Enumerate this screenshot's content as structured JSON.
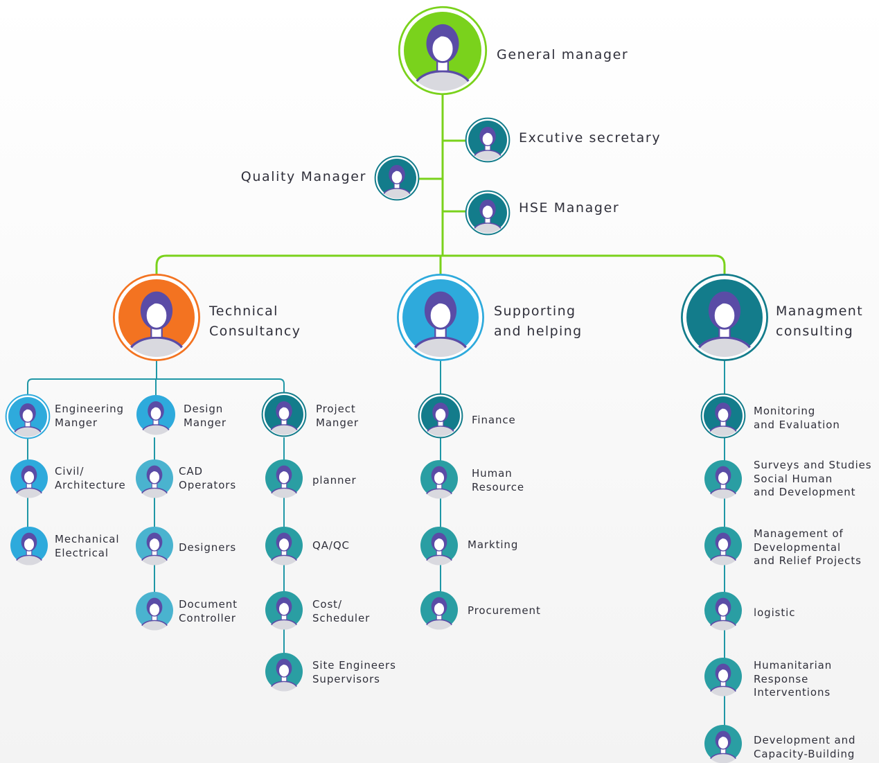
{
  "colors": {
    "green": "#7ad21c",
    "orange": "#f37321",
    "blue": "#2eaadc",
    "dark_teal": "#137c8b",
    "teal": "#1f97a6",
    "avatar_purple": "#5a4ca6",
    "avatar_body": "#d9d9df",
    "teal_line": "#1f97a6",
    "text": "#2f2f3a"
  },
  "top": {
    "general_manager": {
      "label": "General manager",
      "icon": "person-avatar-icon"
    },
    "executive_secretary": {
      "label": "Excutive secretary",
      "icon": "person-avatar-icon"
    },
    "quality_manager": {
      "label": "Quality Manager",
      "icon": "person-avatar-icon"
    },
    "hse_manager": {
      "label": "HSE Manager",
      "icon": "person-avatar-icon"
    }
  },
  "departments": [
    {
      "title_line1": "Technical",
      "title_line2": "Consultancy",
      "color": "#f37321",
      "managers": [
        {
          "line1": "Engineering",
          "line2": "Manger",
          "children": [
            {
              "line1": "Civil/",
              "line2": "Architecture"
            },
            {
              "line1": "Mechanical",
              "line2": "Electrical"
            }
          ]
        },
        {
          "line1": "Design",
          "line2": "Manger",
          "children": [
            {
              "line1": "CAD",
              "line2": "Operators"
            },
            {
              "line1": "Designers"
            },
            {
              "line1": "Document",
              "line2": "Controller"
            }
          ]
        },
        {
          "line1": "Project",
          "line2": "Manger",
          "children": [
            {
              "line1": "planner"
            },
            {
              "line1": "QA/QC"
            },
            {
              "line1": "Cost/",
              "line2": "Scheduler"
            },
            {
              "line1": "Site Engineers",
              "line2": "Supervisors"
            }
          ]
        }
      ]
    },
    {
      "title_line1": "Supporting",
      "title_line2": "and helping",
      "color": "#2eaadc",
      "items": [
        {
          "line1": "Finance"
        },
        {
          "line1": "Human",
          "line2": "Resource"
        },
        {
          "line1": "Markting"
        },
        {
          "line1": "Procurement"
        }
      ]
    },
    {
      "title_line1": "Managment",
      "title_line2": "consulting",
      "color": "#137c8b",
      "items": [
        {
          "line1": "Monitoring",
          "line2": "and Evaluation"
        },
        {
          "line1": "Surveys and Studies",
          "line2": "Social Human",
          "line3": "and Development"
        },
        {
          "line1": "Management of",
          "line2": "Developmental",
          "line3": "and Relief Projects"
        },
        {
          "line1": "logistic"
        },
        {
          "line1": "Humanitarian",
          "line2": "Response",
          "line3": "Interventions"
        },
        {
          "line1": "Development and",
          "line2": "Capacity-Building"
        }
      ]
    }
  ]
}
